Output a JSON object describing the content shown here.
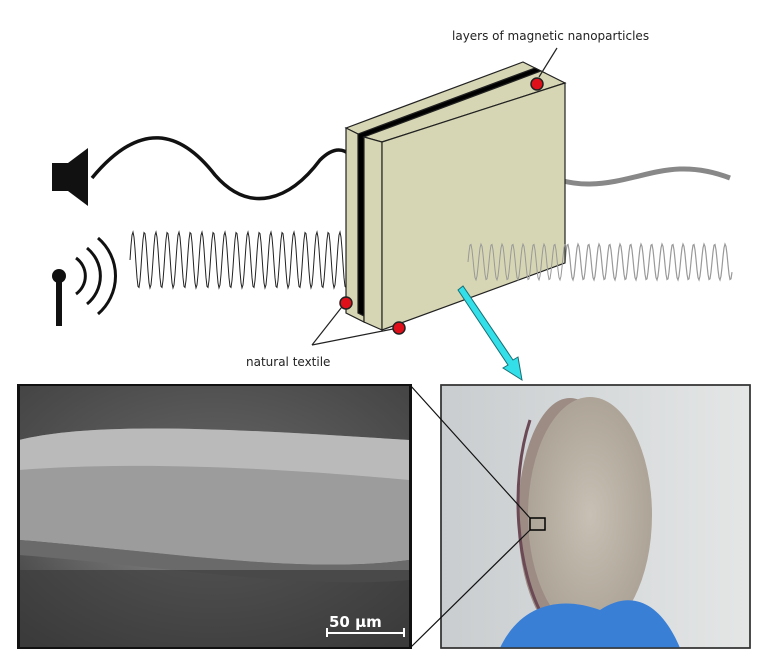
{
  "labels": {
    "nanoparticles": "layers of magnetic nanoparticles",
    "textile": "natural textile",
    "scale_bar": "50 µm"
  },
  "colors": {
    "slab": "#d6d6b4",
    "marker": "#e0101a",
    "arrow": "#33e0ea",
    "glove": "#3a7fd6"
  },
  "icons": [
    "speaker-icon",
    "antenna-icon"
  ]
}
